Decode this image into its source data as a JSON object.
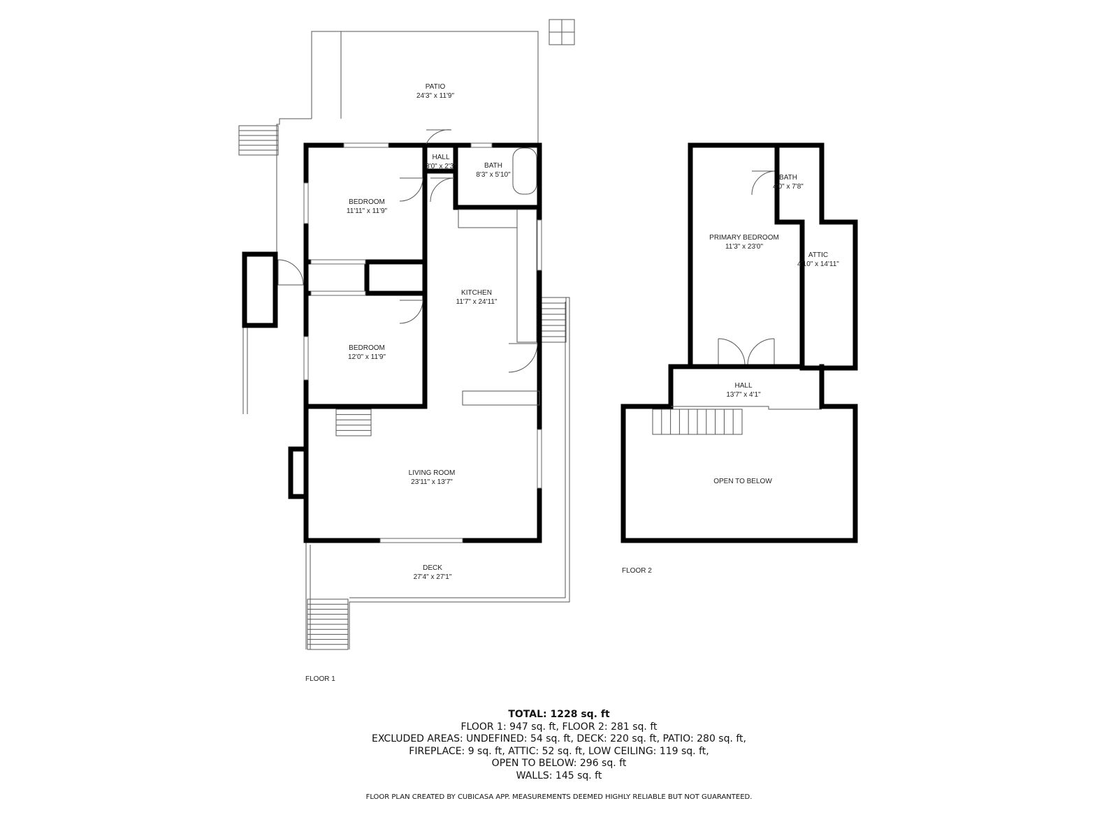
{
  "floor1": {
    "label": "FLOOR 1",
    "rooms": [
      {
        "name": "PATIO",
        "dims": "24'3\" x 11'9\""
      },
      {
        "name": "HALL",
        "dims": "3'0\" x 2'3\""
      },
      {
        "name": "BATH",
        "dims": "8'3\" x 5'10\""
      },
      {
        "name": "BEDROOM",
        "dims": "11'11\" x 11'9\""
      },
      {
        "name": "KITCHEN",
        "dims": "11'7\" x 24'11\""
      },
      {
        "name": "BEDROOM",
        "dims": "12'0\" x 11'9\""
      },
      {
        "name": "LIVING ROOM",
        "dims": "23'11\" x 13'7\""
      },
      {
        "name": "DECK",
        "dims": "27'4\" x 27'1\""
      }
    ]
  },
  "floor2": {
    "label": "FLOOR 2",
    "rooms": [
      {
        "name": "BATH",
        "dims": "4'0\" x 7'8\""
      },
      {
        "name": "PRIMARY BEDROOM",
        "dims": "11'3\" x 23'0\""
      },
      {
        "name": "ATTIC",
        "dims": "4'10\" x 14'11\""
      },
      {
        "name": "HALL",
        "dims": "13'7\" x 4'1\""
      },
      {
        "name": "OPEN TO BELOW",
        "dims": ""
      }
    ]
  },
  "summary": {
    "total": "TOTAL: 1228 sq. ft",
    "lines": [
      "FLOOR 1: 947 sq. ft, FLOOR 2: 281 sq. ft",
      "EXCLUDED AREAS: UNDEFINED: 54 sq. ft, DECK: 220 sq. ft, PATIO: 280 sq. ft,",
      "FIREPLACE: 9 sq. ft, ATTIC: 52 sq. ft, LOW CEILING: 119 sq. ft,",
      "OPEN TO BELOW: 296 sq. ft",
      "WALLS: 145 sq. ft"
    ]
  },
  "disclaimer": "FLOOR PLAN CREATED BY CUBICASA APP. MEASUREMENTS DEEMED HIGHLY RELIABLE BUT NOT GUARANTEED."
}
